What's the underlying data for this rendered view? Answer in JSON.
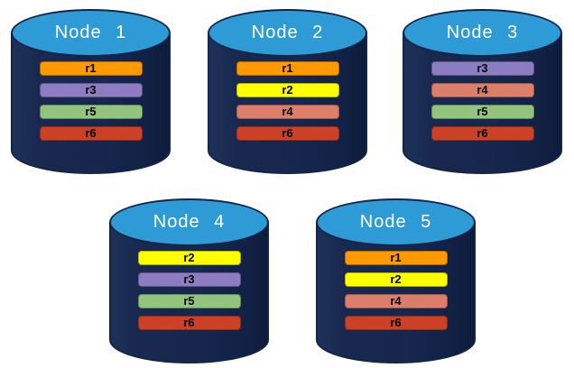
{
  "diagram": {
    "background_color": "#FFFFFF",
    "cylinder_body_color": "#17264C",
    "cylinder_top_color": "#2E9BD6",
    "outline_color": "#13254A",
    "node_label_text_color": "#FFFFFF",
    "replica_label_text_color": "#000000"
  },
  "replica_palette": {
    "r1": "#FF9900",
    "r2": "#FFFF00",
    "r3": "#8E7CC3",
    "r4": "#DD7E6B",
    "r5": "#93C47D",
    "r6": "#CC4125"
  },
  "nodes": [
    {
      "label": "Node 1",
      "replicas": [
        {
          "label": "r1",
          "color": "#FF9900"
        },
        {
          "label": "r3",
          "color": "#8E7CC3"
        },
        {
          "label": "r5",
          "color": "#93C47D"
        },
        {
          "label": "r6",
          "color": "#CC4125"
        }
      ]
    },
    {
      "label": "Node 2",
      "replicas": [
        {
          "label": "r1",
          "color": "#FF9900"
        },
        {
          "label": "r2",
          "color": "#FFFF00"
        },
        {
          "label": "r4",
          "color": "#DD7E6B"
        },
        {
          "label": "r6",
          "color": "#CC4125"
        }
      ]
    },
    {
      "label": "Node 3",
      "replicas": [
        {
          "label": "r3",
          "color": "#8E7CC3"
        },
        {
          "label": "r4",
          "color": "#DD7E6B"
        },
        {
          "label": "r5",
          "color": "#93C47D"
        },
        {
          "label": "r6",
          "color": "#CC4125"
        }
      ]
    },
    {
      "label": "Node 4",
      "replicas": [
        {
          "label": "r2",
          "color": "#FFFF00"
        },
        {
          "label": "r3",
          "color": "#8E7CC3"
        },
        {
          "label": "r5",
          "color": "#93C47D"
        },
        {
          "label": "r6",
          "color": "#CC4125"
        }
      ]
    },
    {
      "label": "Node 5",
      "replicas": [
        {
          "label": "r1",
          "color": "#FF9900"
        },
        {
          "label": "r2",
          "color": "#FFFF00"
        },
        {
          "label": "r4",
          "color": "#DD7E6B"
        },
        {
          "label": "r6",
          "color": "#CC4125"
        }
      ]
    }
  ]
}
